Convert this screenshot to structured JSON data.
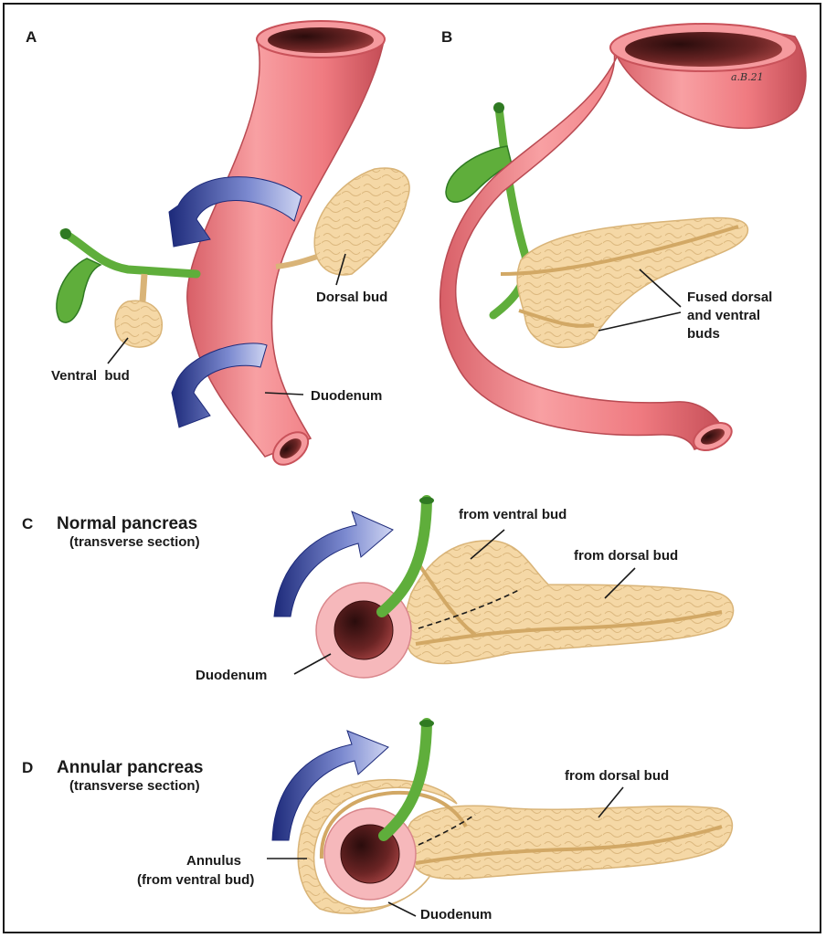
{
  "panels": {
    "a": {
      "letter": "A",
      "labels": {
        "dorsal_bud": "Dorsal bud",
        "ventral_bud": "Ventral  bud",
        "duodenum": "Duodenum"
      }
    },
    "b": {
      "letter": "B",
      "signature": "a.B.21",
      "labels": {
        "fused_line1": "Fused dorsal",
        "fused_line2": "and ventral",
        "fused_line3": "buds"
      }
    },
    "c": {
      "letter": "C",
      "title": "Normal pancreas",
      "subtitle": "(transverse section)",
      "labels": {
        "from_ventral": "from ventral bud",
        "from_dorsal": "from dorsal bud",
        "duodenum": "Duodenum"
      }
    },
    "d": {
      "letter": "D",
      "title": "Annular pancreas",
      "subtitle": "(transverse section)",
      "labels": {
        "from_dorsal": "from dorsal bud",
        "annulus_line1": "Annulus",
        "annulus_line2": "(from ventral bud)",
        "duodenum": "Duodenum"
      }
    }
  },
  "colors": {
    "duodenum": "#f07d82",
    "duodenum_dark": "#c9525a",
    "lumen": "#5a1e1e",
    "pancreas": "#f5d8a6",
    "pancreas_edge": "#d9b478",
    "bile_duct": "#5fae3b",
    "bile_duct_dark": "#2f7a22",
    "arrow_light": "#a9b3e0",
    "arrow_dark": "#1d2a7a"
  }
}
